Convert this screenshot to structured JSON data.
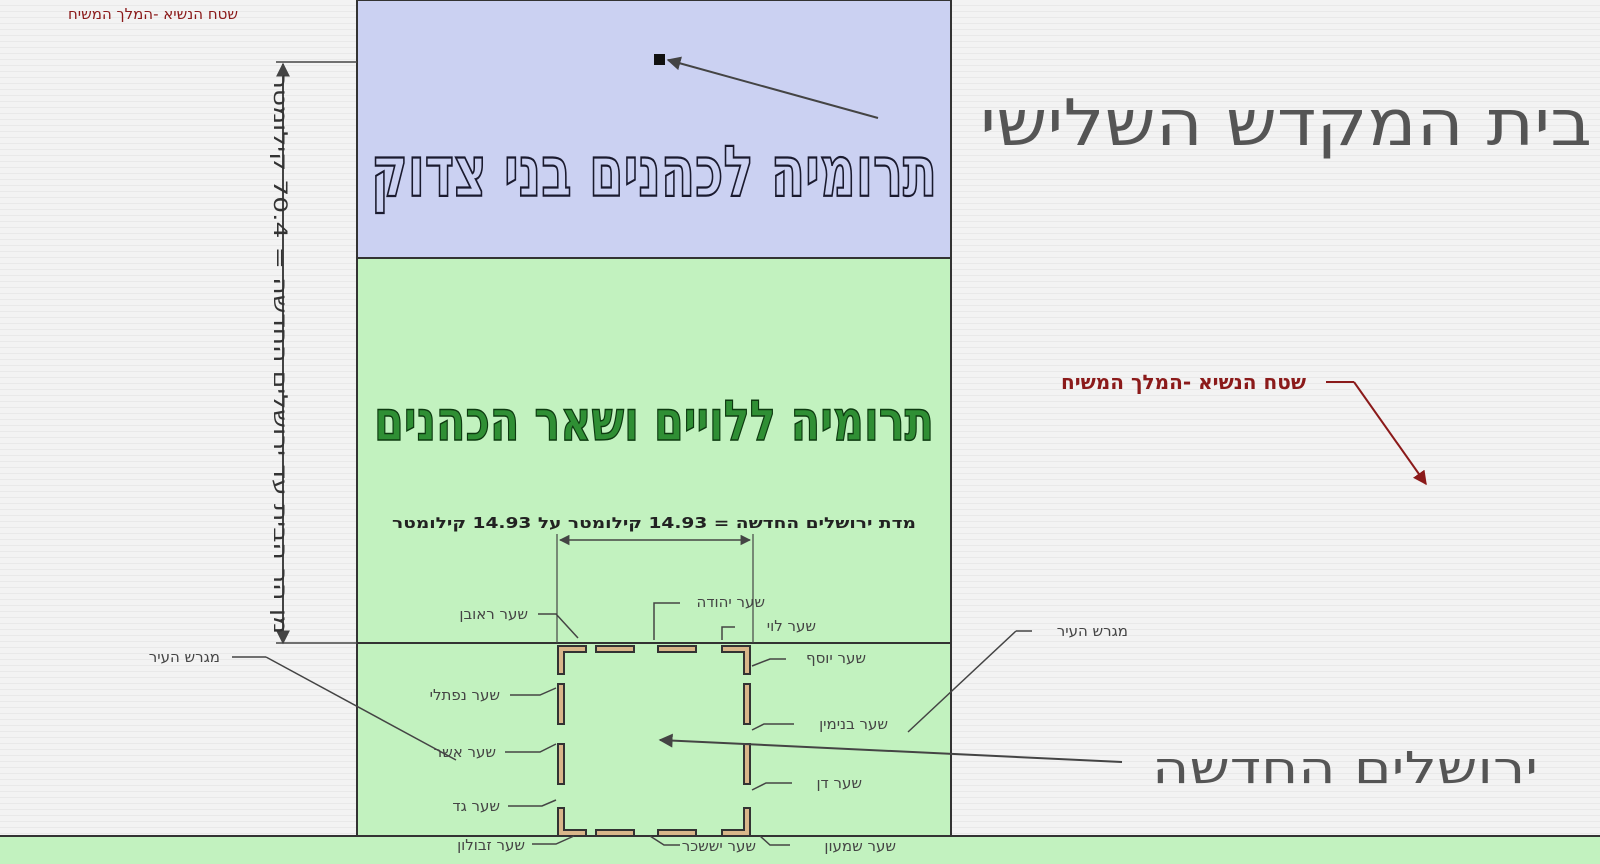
{
  "corner_label": "שטח הנשיא -המלך המשיח",
  "main_title": "בית המקדש השלישי",
  "zadok_area": {
    "label": "תרומיה לכהנים בני צדוק",
    "color": "#cbd1f2"
  },
  "levites_area": {
    "label": "תרומיה ללויים ושאר הכהנים",
    "color": "#c2f2bf"
  },
  "prince_label": "שטח הנשיא -המלך המשיח",
  "vertical_measure": "מן הר הבית עד ירושלים החדשה = 70.4 קילומטר",
  "city_measure": "מדת ירושלים החדשה = 14.93 קילומטר על 14.93 קילומטר",
  "new_jerusalem_label": "ירושלים  החדשה",
  "city_pasture_left": "מגרש העיר",
  "city_pasture_right": "מגרש העיר",
  "gates": {
    "reuven": "שער ראובן",
    "yehuda": "שער יהודה",
    "levi": "שער לוי",
    "yosef": "שער יוסף",
    "naftali": "שער נפתלי",
    "binyamin": "שער בנימין",
    "asher": "שער אשר",
    "dan": "שער דן",
    "gad": "שער גד",
    "zevulun": "שער זבולון",
    "yissachar": "שער יששכר",
    "shimon": "שער שמעון"
  },
  "colors": {
    "accent_red": "#8b1a1a",
    "bottom_strip": "#c2f2bf",
    "wall": "#d9b68a"
  }
}
